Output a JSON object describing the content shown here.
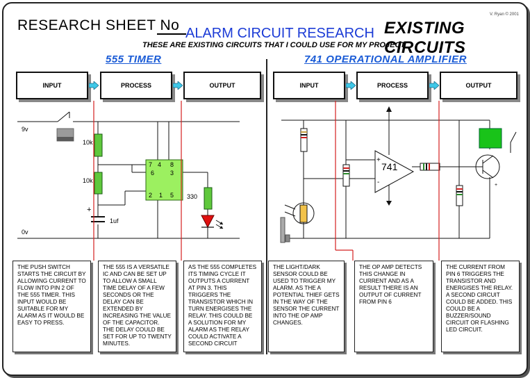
{
  "header": {
    "sheet_label": "RESEARCH SHEET No",
    "title": "ALARM CIRCUIT RESEARCH",
    "right_title": "EXISTING CIRCUITS",
    "copyright": "V. Ryan © 2001",
    "subtitle": "THESE ARE EXISTING CIRCUITS THAT I COULD USE FOR MY PROJECT"
  },
  "left": {
    "title": "555 TIMER",
    "flow": [
      "INPUT",
      "PROCESS",
      "OUTPUT"
    ],
    "labels": {
      "v9": "9v",
      "v0": "0v",
      "r1": "10k",
      "r2": "10k",
      "cap": "1uf",
      "plus": "+",
      "r3": "330",
      "pins": [
        "7",
        "4",
        "8",
        "6",
        "3",
        "2",
        "1",
        "5"
      ]
    },
    "notes": [
      "THE PUSH SWITCH STARTS THE CIRCUIT BY ALLOWING CURRENT TO FLOW INTO PIN 2 OF THE 555 TIMER. THIS INPUT WOULD BE SUITABLE FOR MY ALARM AS IT WOULD BE EASY TO PRESS.",
      "THE 555 IS A VERSATILE IC AND CAN BE SET UP TO ALLOW A SMALL TIME DELAY OF A FEW SECONDS OR THE DELAY CAN BE EXTENDED BY INCREASING THE VALUE OF THE CAPACITOR. THE DELAY COULD BE SET FOR UP TO TWENTY MINUTES.",
      "AS THE 555 COMPLETES ITS TIMING CYCLE IT OUTPUTS A CURRENT AT PIN 3. THIS TRIGGERS THE TRANSISTOR WHICH IN TURN ENERGISES THE RELAY. THIS COULD BE A SOLUTION FOR MY ALARM AS THE RELAY COULD ACTIVATE A SECOND CIRCUIT"
    ]
  },
  "right": {
    "title": "741 OPERATIONAL AMPLIFIER",
    "flow": [
      "INPUT",
      "PROCESS",
      "OUTPUT"
    ],
    "labels": {
      "opamp": "741",
      "plus": "+",
      "minus": "-",
      "tplus": "+"
    },
    "notes": [
      "THE LIGHT/DARK SENSOR COULD BE USED TO TRIGGER MY ALARM. AS THE A POTENTIAL THIEF GETS IN THE WAY OF THE SENSOR THE CURRENT INTO THE Op Amp CHANGES.",
      "THE Op Amp DETECTS THIS CHANGE IN CURRENT AND AS A RESULT THERE IS AN OUTPUT OF CURRENT FROM PIN 6",
      "THE CURRENT FROM PIN 6 TRIGGERS THE TRANSISTOR AND ENERGISES THE RELAY. A SECOND CIRCUIT COULD BE ADDED. THIS COULD BE A BUZZER/SOUND CIRCUIT OR FLASHING LED CIRCUIT."
    ]
  },
  "colors": {
    "title_blue": "#1b3bd6",
    "section_blue": "#1a5bd6",
    "divider_red": "#d42020",
    "component_green": "#5fc83c",
    "ic_green": "#9cf060",
    "led_red": "#e01010",
    "arrow_cyan": "#3ec8e8"
  }
}
